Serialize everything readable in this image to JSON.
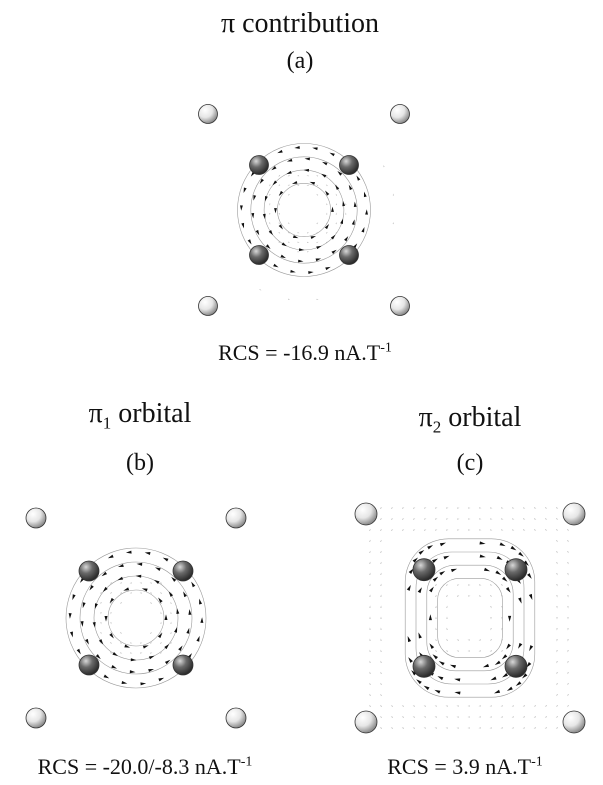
{
  "panels": [
    {
      "id": "a",
      "title": {
        "main": "π contribution",
        "sub": ""
      },
      "label": "(a)",
      "rcs": {
        "prefix": "RCS = -16.9 nA.T",
        "exponent": "-1"
      },
      "flow_pattern": "ring",
      "flow_direction": "counterclockwise"
    },
    {
      "id": "b",
      "title": {
        "main": "π",
        "sub": "1",
        "suffix": " orbital"
      },
      "label": "(b)",
      "rcs": {
        "prefix": "RCS = -20.0/-8.3 nA.T",
        "exponent": "-1"
      },
      "flow_pattern": "ring",
      "flow_direction": "counterclockwise"
    },
    {
      "id": "c",
      "title": {
        "main": "π",
        "sub": "2",
        "suffix": " orbital"
      },
      "label": "(c)",
      "rcs": {
        "prefix": "RCS = 3.9 nA.T",
        "exponent": "-1"
      },
      "flow_pattern": "square",
      "flow_direction": "clockwise"
    }
  ],
  "colors": {
    "inner_atom": "#6a6a6a",
    "outer_atom": "#e6e6e6",
    "arrow": "#111111",
    "streamline": "#9a9a9a"
  }
}
